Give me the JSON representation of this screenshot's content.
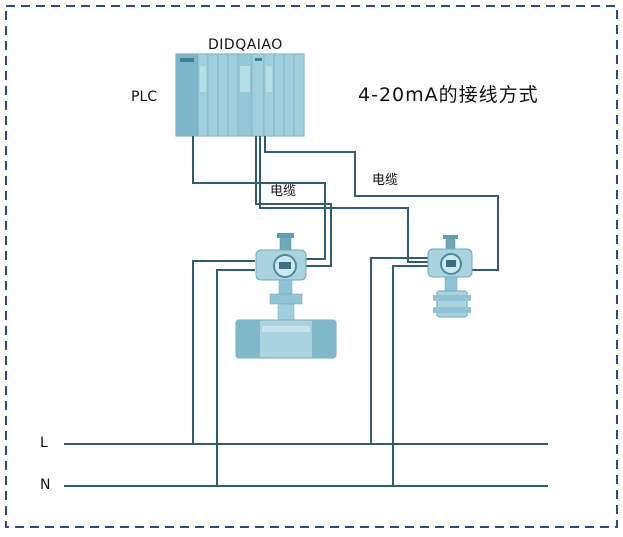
{
  "title": "4-20mA的接线方式",
  "plc": {
    "label": "PLC",
    "modules_label": "DIDQAIAO"
  },
  "cables": {
    "label_1": "电缆",
    "label_2": "电缆"
  },
  "power_lines": {
    "live": "L",
    "neutral": "N"
  },
  "colors": {
    "border": "#2e4a84",
    "wire": "#2f5d6e",
    "plc_body": "#8fc4d4",
    "plc_dark": "#5f9fb2",
    "device_body": "#a9d3df",
    "device_dark": "#6fa9b9"
  }
}
